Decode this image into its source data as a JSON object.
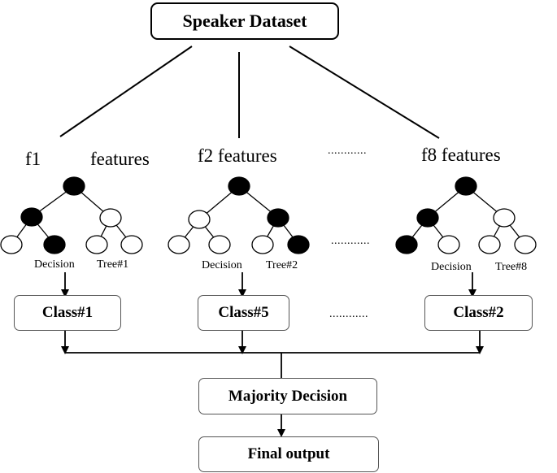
{
  "title": "Speaker Dataset",
  "features": [
    {
      "label": "f1",
      "label2": "features"
    },
    {
      "label": "f2 features"
    },
    {
      "label": "f8 features"
    }
  ],
  "trees": [
    {
      "decision_label": "Decision",
      "tree_label": "Tree#1",
      "class_label": "Class#1"
    },
    {
      "decision_label": "Decision",
      "tree_label": "Tree#2",
      "class_label": "Class#5"
    },
    {
      "decision_label": "Decision",
      "tree_label": "Tree#8",
      "class_label": "Class#2"
    }
  ],
  "ellipsis": "............",
  "majority_label": "Majority Decision",
  "final_label": "Final output"
}
